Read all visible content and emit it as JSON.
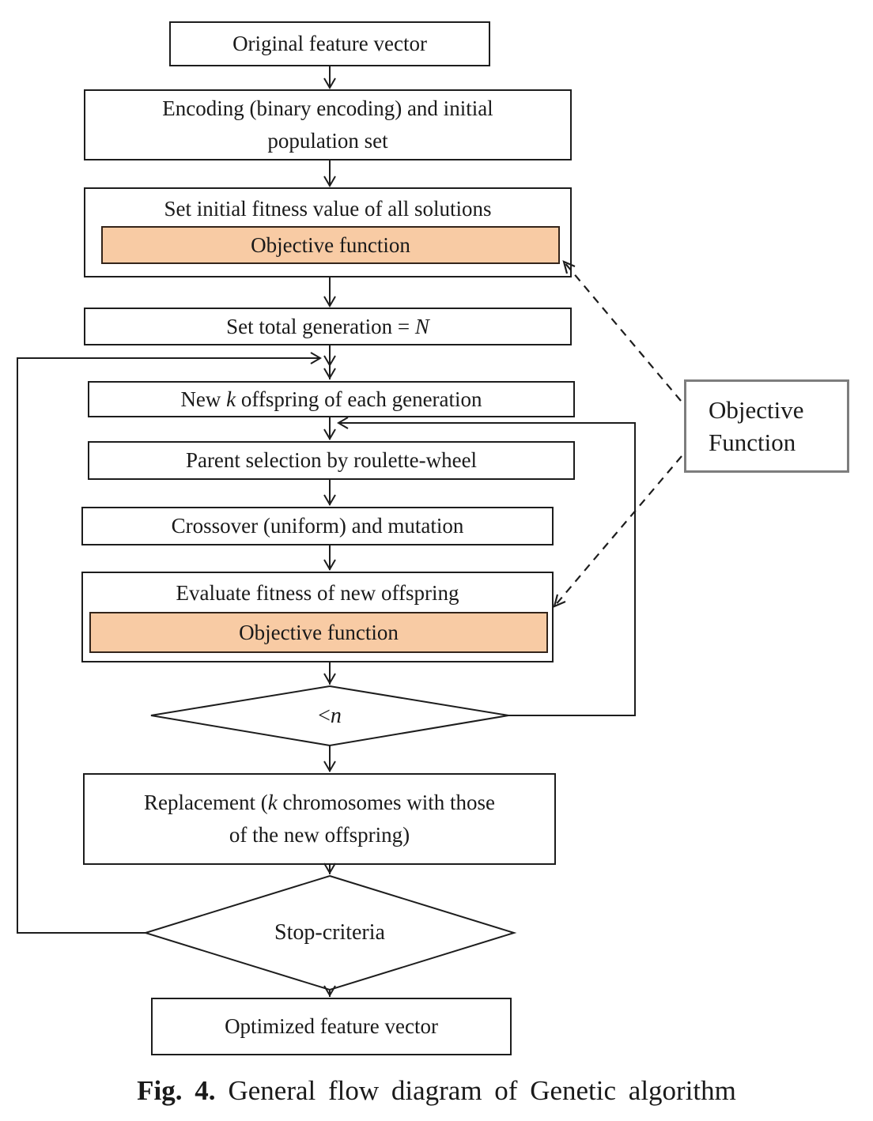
{
  "colors": {
    "highlight_fill": "#F8CBA4",
    "line": "#1d1d1d",
    "side_box_border": "#7d7d7d"
  },
  "nodes": {
    "original": {
      "text": "Original feature vector"
    },
    "encoding": {
      "line1": "Encoding (binary encoding) and initial",
      "line2": "population set"
    },
    "set_initial_fitness": {
      "title": "Set initial fitness value of all solutions",
      "inner": "Objective function"
    },
    "set_total_generation": {
      "prefix": "Set total generation = ",
      "variable": "N"
    },
    "new_offspring": {
      "pre": "New ",
      "variable": "k",
      "post": " offspring of each generation"
    },
    "parent_selection": {
      "text": "Parent selection by roulette-wheel"
    },
    "crossover": {
      "text": "Crossover (uniform) and mutation"
    },
    "evaluate_fitness": {
      "title": "Evaluate fitness of new offspring",
      "inner": "Objective function"
    },
    "decision_offspring_count": {
      "prefix": "<",
      "variable": "n"
    },
    "replacement": {
      "line1_pre": "Replacement (",
      "line1_var": "k",
      "line1_post": " chromosomes with those",
      "line2": "of the new offspring)"
    },
    "decision_stop": {
      "text": "Stop-criteria"
    },
    "optimized": {
      "text": "Optimized feature vector"
    },
    "objective_function_side": {
      "line1": "Objective",
      "line2": "Function"
    }
  },
  "caption": {
    "label": "Fig. 4.",
    "text": "General flow diagram of Genetic algorithm"
  }
}
